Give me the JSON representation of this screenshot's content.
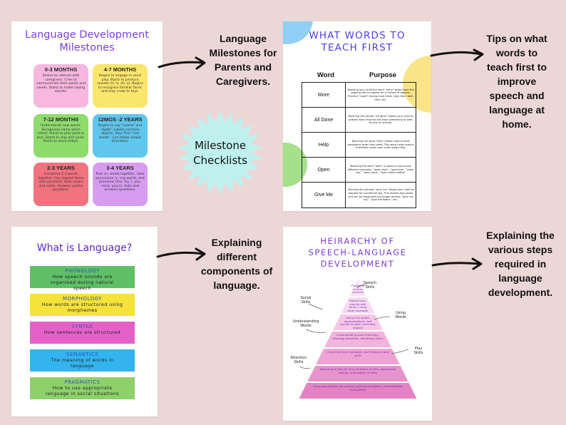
{
  "card1": {
    "title_line1": "Language Development",
    "title_line2": "Milestones",
    "boxes": [
      {
        "heading": "0-3 MONTHS",
        "body": "Smiles to interact with caregivers. Cries to communicate their wants and needs. Starts to make cooing sounds.",
        "color": "#f7b7df"
      },
      {
        "heading": "4-7 MONTHS",
        "body": "Begins to engage in vocal play. Starts to produce sounds (m, b, ah, o). Begins to recognise familiar faces and may crawl to toys.",
        "color": "#fbe66d"
      },
      {
        "heading": "7-12 MONTHS",
        "body": "Understands new words. Recognises name when called. Starts to play peek-a-boo. Starts to clap and point. Starts to wave hi/bye.",
        "color": "#8edc6c"
      },
      {
        "heading": "12MOS -2 YEARS",
        "body": "Begins to say \"mama\" and \"dada\". Labels common objects. Says first \"real words\". Can follow simple directions.",
        "color": "#5fc6ec"
      },
      {
        "heading": "2-3 YEARS",
        "body": "Combines 2-3 words together. Can request items and comment. Uses nouns and verbs. Answers yes/no questions.",
        "color": "#f2727f"
      },
      {
        "heading": "3-4 YEARS",
        "body": "Puts 3+ words together. Uses possessive 's, -ing words, and pronouns (me, my, I, you, mine, yours). Asks and answers questions.",
        "color": "#d79cf0"
      }
    ]
  },
  "blurbs": {
    "b1": [
      "Language",
      "Milestones for",
      "Parents and",
      "Caregivers."
    ],
    "b2": [
      "Tips on what",
      "words to",
      "teach first to",
      "improve",
      "speech and",
      "language at",
      "home."
    ],
    "b3": [
      "Explaining",
      "different",
      "components of",
      "language."
    ],
    "b4": [
      "Explaining the",
      "various steps",
      "required in",
      "language",
      "development."
    ]
  },
  "badge": {
    "line1": "Milestone",
    "line2": "Checklists",
    "color": "#bff0ee"
  },
  "card2": {
    "title_line1": "WHAT WORDS TO",
    "title_line2": "TEACH FIRST",
    "col_word": "Word",
    "col_purpose": "Purpose",
    "rows": [
      {
        "word": "More",
        "purpose": "Teaching your child the word \"more\" gives them the opportunity to request for a variety of objects. Practice \"more\" during meal times, play time, bath time, etc."
      },
      {
        "word": "All Done",
        "purpose": "Teaching the phrase \"all done\" allows your child to protest when they do not want something or wish to end an activity."
      },
      {
        "word": "Help",
        "purpose": "Teaching the word \"help\" allows child to seek assistance when they need. This word helps reduce frustration when your child needs help."
      },
      {
        "word": "Open",
        "purpose": "Teaching the word \"open\" is great to use across different scenarios. \"open door\", \"open box\", \"open toy\", \"open juice\", \"open water bottle\""
      },
      {
        "word": "Give Me",
        "purpose": "Teaching the phrase, \"give me\" allows your child to request for a preferred toy. This models two words and can be expanded to a longer phrase, \"give me toy\", \"give me water\", etc."
      }
    ],
    "dot_colors": [
      "#8fd0f4",
      "#f9e489",
      "#a6e08a"
    ]
  },
  "card3": {
    "title": "What is Language?",
    "components": [
      {
        "heading": "PHONOLOGY",
        "line1": "How speech sounds are",
        "line2": "organised during natural",
        "line3": "speech",
        "color": "#5fbf67"
      },
      {
        "heading": "MORPHOLOGY",
        "line1": "How words are structured using",
        "line2": "morphemes",
        "line3": "",
        "color": "#f5e23a"
      },
      {
        "heading": "SYNTAX",
        "line1": "How sentences are structured",
        "line2": "",
        "line3": "",
        "color": "#e561c8"
      },
      {
        "heading": "SEMANTICS",
        "line1": "The meaning of words in",
        "line2": "language",
        "line3": "",
        "color": "#33b4ee"
      },
      {
        "heading": "PRAGMATICS",
        "line1": "How to use appropriate",
        "line2": "language in social situations",
        "line3": "",
        "color": "#8ed06a"
      }
    ]
  },
  "card4": {
    "title_line1": "HEIRARCHY OF",
    "title_line2": "SPEECH-LANGUAGE",
    "title_line3": "DEVELOPMENT",
    "levels": [
      "Producing sounds correctly",
      "Taking turns, playing with others, using body language",
      "Using true words, approximations, and sounds to label, comment, request",
      "Understanding word meanings, following directions, identifying items",
      "Using functional, symbolic, and relational play skills",
      "Attending to task for long durations of time, appropriate waiting, anticipation of tasks",
      "Using appropriate eye contact, pointing to objects, understanding cause/effect"
    ],
    "side_labels": {
      "speech": "Speech Skills",
      "social": "Social Skills",
      "using_words": "Using Words",
      "understanding": "Understanding Words",
      "play": "Play Skills",
      "attention": "Attention Skills"
    }
  }
}
